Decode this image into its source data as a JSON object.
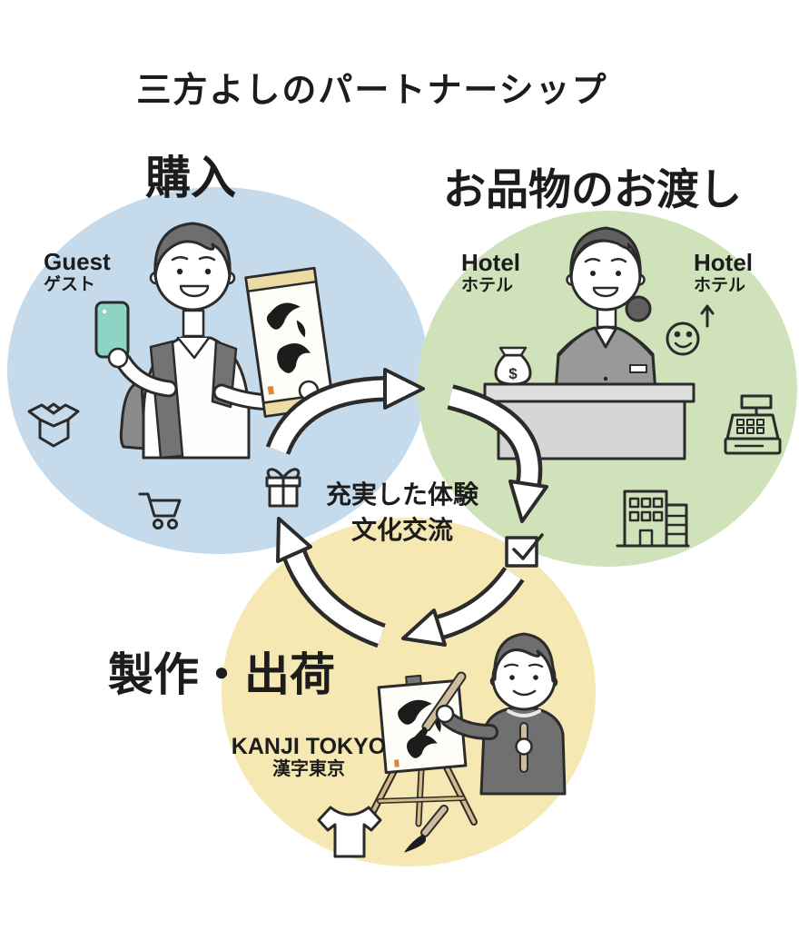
{
  "title": "三方よしのパートナーシップ",
  "guest": {
    "heading": "購入",
    "name_en": "Guest",
    "name_jp": "ゲスト",
    "icons": [
      "open-box-icon",
      "shopping-cart-icon"
    ]
  },
  "hotel": {
    "heading": "お品物のお渡し",
    "label_left_en": "Hotel",
    "label_left_jp": "ホテル",
    "label_right_en": "Hotel",
    "label_right_jp": "ホテル",
    "money_symbol": "$",
    "icons": [
      "money-bag-icon",
      "smiley-up-icon",
      "cash-register-icon",
      "building-icon"
    ]
  },
  "maker": {
    "heading": "製作・出荷",
    "name_en": "KANJI TOKYO",
    "name_jp": "漢字東京",
    "icons": [
      "tshirt-icon",
      "paintbrush-icon"
    ]
  },
  "center": {
    "line1": "充実した体験",
    "line2": "文化交流",
    "icons": [
      "gift-icon",
      "checkbox-icon"
    ]
  },
  "colors": {
    "guest_circle": "#c5dbec",
    "hotel_circle": "#cfe2ba",
    "maker_circle": "#f5e8b2",
    "phone": "#8ed3c4",
    "scroll_band": "#ecdca4",
    "easel_wood": "#d3b888",
    "brush_handle": "#cdbd9d",
    "seal": "#d8873c",
    "outline": "#2b2b2b"
  }
}
